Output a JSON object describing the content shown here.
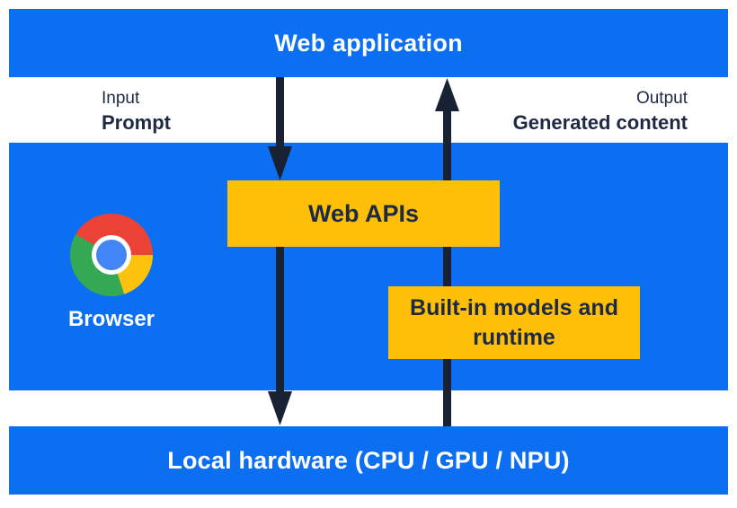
{
  "diagram": {
    "layers": {
      "web_application": {
        "label": "Web application"
      },
      "browser": {
        "label": "Browser",
        "icon": "chrome-icon"
      },
      "local_hardware": {
        "label": "Local hardware (CPU / GPU / NPU)"
      }
    },
    "flows": {
      "input": {
        "kind": "Input",
        "payload": "Prompt",
        "direction": "down"
      },
      "output": {
        "kind": "Output",
        "payload": "Generated content",
        "direction": "up"
      }
    },
    "components": {
      "web_apis": {
        "label": "Web APIs"
      },
      "builtin_models": {
        "label": "Built-in models and runtime"
      }
    }
  },
  "theme": {
    "blue": "#0c6ff2",
    "yellow": "#fdbf08",
    "navy": "#1e2a44",
    "arrow": "#182234",
    "white": "#ffffff",
    "chrome-red": "#ea4335",
    "chrome-green": "#34a853",
    "chrome-yellow": "#fcc20c",
    "chrome-blue": "#4285f4"
  }
}
